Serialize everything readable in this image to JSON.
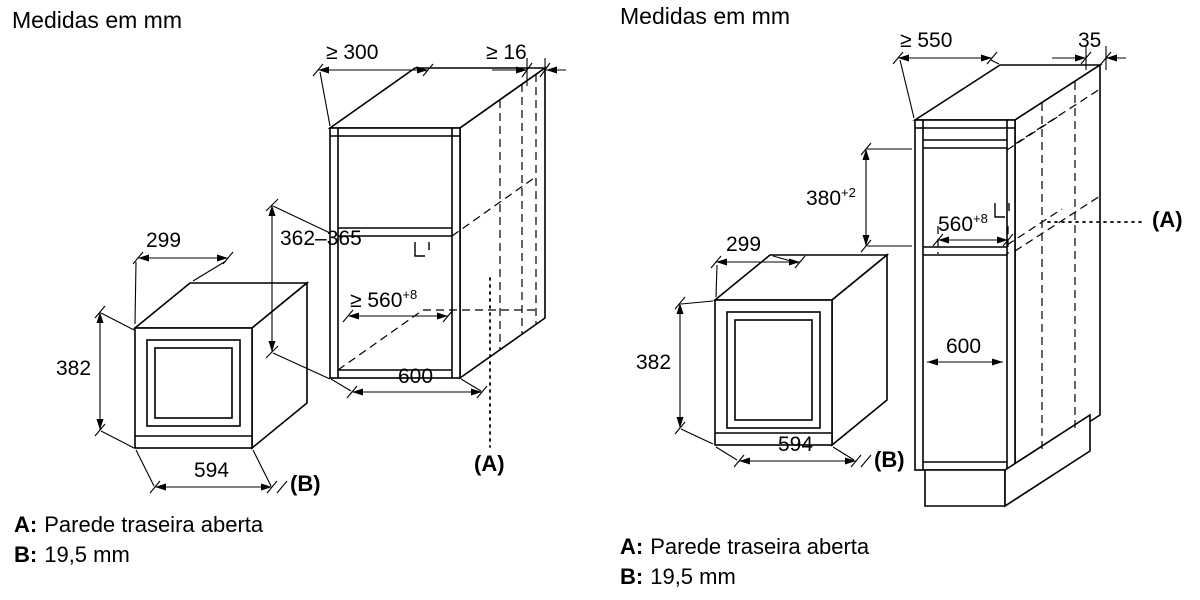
{
  "left": {
    "title": "Medidas em mm",
    "cabinet": {
      "top_depth": "≥ 300",
      "rear_gap": "≥ 16",
      "niche_height": "362–365",
      "niche_width": "≥ 560",
      "niche_width_sup": "+8",
      "bottom_width": "600",
      "label_a": "(A)"
    },
    "microwave": {
      "depth": "299",
      "height": "382",
      "width": "594",
      "label_b": "(B)"
    },
    "legend": {
      "a_key": "A:",
      "a_text": "Parede traseira aberta",
      "b_key": "B:",
      "b_text": "19,5 mm"
    }
  },
  "right": {
    "title": "Medidas em mm",
    "cabinet": {
      "top_depth": "≥ 550",
      "front_gap": "35",
      "niche_height": "380",
      "niche_height_sup": "+2",
      "niche_width": "560",
      "niche_width_sup": "+8",
      "interior_width": "600",
      "label_a": "(A)"
    },
    "microwave": {
      "depth": "299",
      "height": "382",
      "width": "594",
      "label_b": "(B)"
    },
    "legend": {
      "a_key": "A:",
      "a_text": "Parede traseira aberta",
      "b_key": "B:",
      "b_text": "19,5 mm"
    }
  }
}
